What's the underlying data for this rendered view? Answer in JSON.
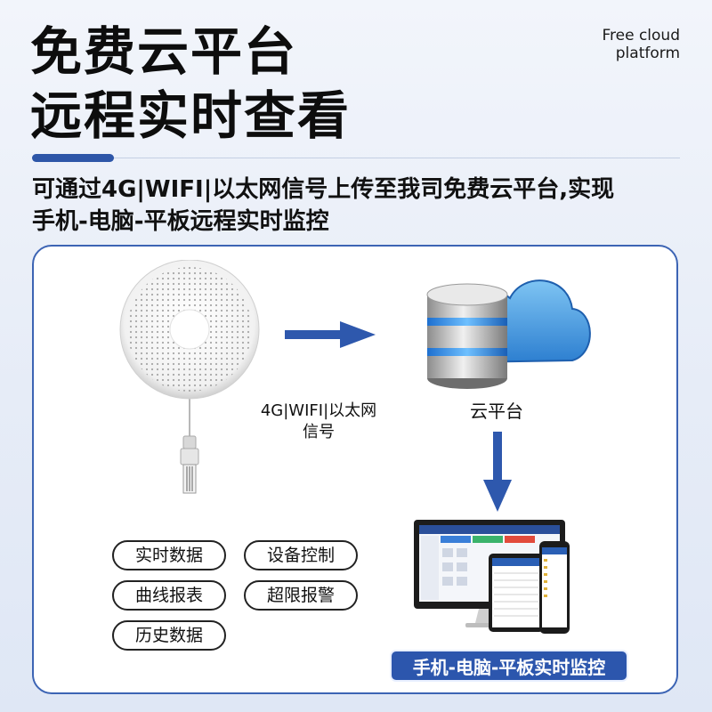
{
  "header": {
    "title_line1": "免费云平台",
    "title_line2": "远程实时查看",
    "english_line1": "Free cloud",
    "english_line2": "platform",
    "description_line1": "可通过4G|WIFI|以太网信号上传至我司免费云平台,实现",
    "description_line2": "手机-电脑-平板远程实时监控"
  },
  "diagram": {
    "signal_label_line1": "4G|WIFI|以太网",
    "signal_label_line2": "信号",
    "cloud_label": "云平台",
    "banner_text": "手机-电脑-平板实时监控",
    "accent_color": "#2c56ad",
    "arrow_color": "#2e58ad"
  },
  "features": [
    {
      "label": "实时数据"
    },
    {
      "label": "设备控制"
    },
    {
      "label": "曲线报表"
    },
    {
      "label": "超限报警"
    },
    {
      "label": "历史数据"
    }
  ]
}
